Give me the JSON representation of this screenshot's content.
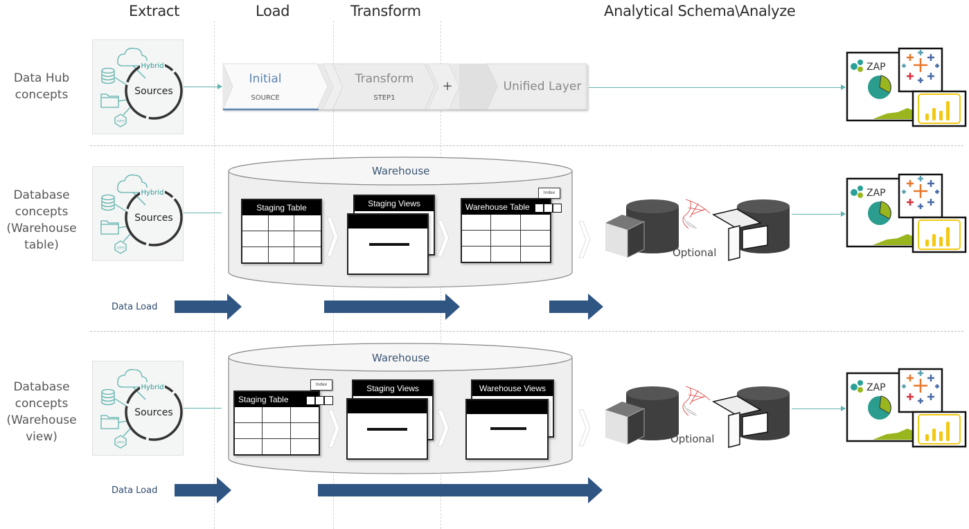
{
  "phases": [
    "Extract",
    "Load",
    "Transform",
    "Analytical Schema\\Analyze"
  ],
  "rows": [
    {
      "label_lines": [
        "Data Hub",
        "concepts"
      ]
    },
    {
      "label_lines": [
        "Database",
        "concepts",
        "(Warehouse",
        "table)"
      ]
    },
    {
      "label_lines": [
        "Database",
        "concepts",
        "(Warehouse",
        "view)"
      ]
    }
  ],
  "sources": {
    "center": "Sources",
    "hybrid": "Hybrid",
    "apps": "APPS"
  },
  "datahub": {
    "steps": [
      {
        "title": "Initial",
        "subtitle": "SOURCE"
      },
      {
        "title": "Transform",
        "subtitle": "STEP1"
      },
      {
        "title": "+",
        "subtitle": ""
      },
      {
        "title": "Unified Layer",
        "subtitle": ""
      }
    ]
  },
  "warehouse_table_row": {
    "warehouse_label": "Warehouse",
    "staging_table": "Staging Table",
    "staging_views": "Staging Views",
    "warehouse_table": "Warehouse Table",
    "index_label": "Index",
    "optional_label": "Optional",
    "data_load_label": "Data Load"
  },
  "warehouse_view_row": {
    "warehouse_label": "Warehouse",
    "staging_table": "Staging Table",
    "staging_views": "Staging Views",
    "warehouse_views": "Warehouse Views",
    "index_label": "Index",
    "optional_label": "Optional",
    "data_load_label": "Data Load"
  },
  "bi_tools": {
    "zap_label": "ZAP"
  },
  "colors": {
    "teal": "#5fb3ad",
    "arrow_blue": "#2f5583",
    "warehouse_text": "#3a5573",
    "initial_text": "#5b84b1",
    "tableau_orange": "#e8762b",
    "tableau_blue": "#4a6ba5",
    "tableau_red": "#d6303c",
    "tableau_teal": "#5a9fb0",
    "powerbi_yellow": "#f2c811",
    "zap_green": "#9ab61e"
  }
}
